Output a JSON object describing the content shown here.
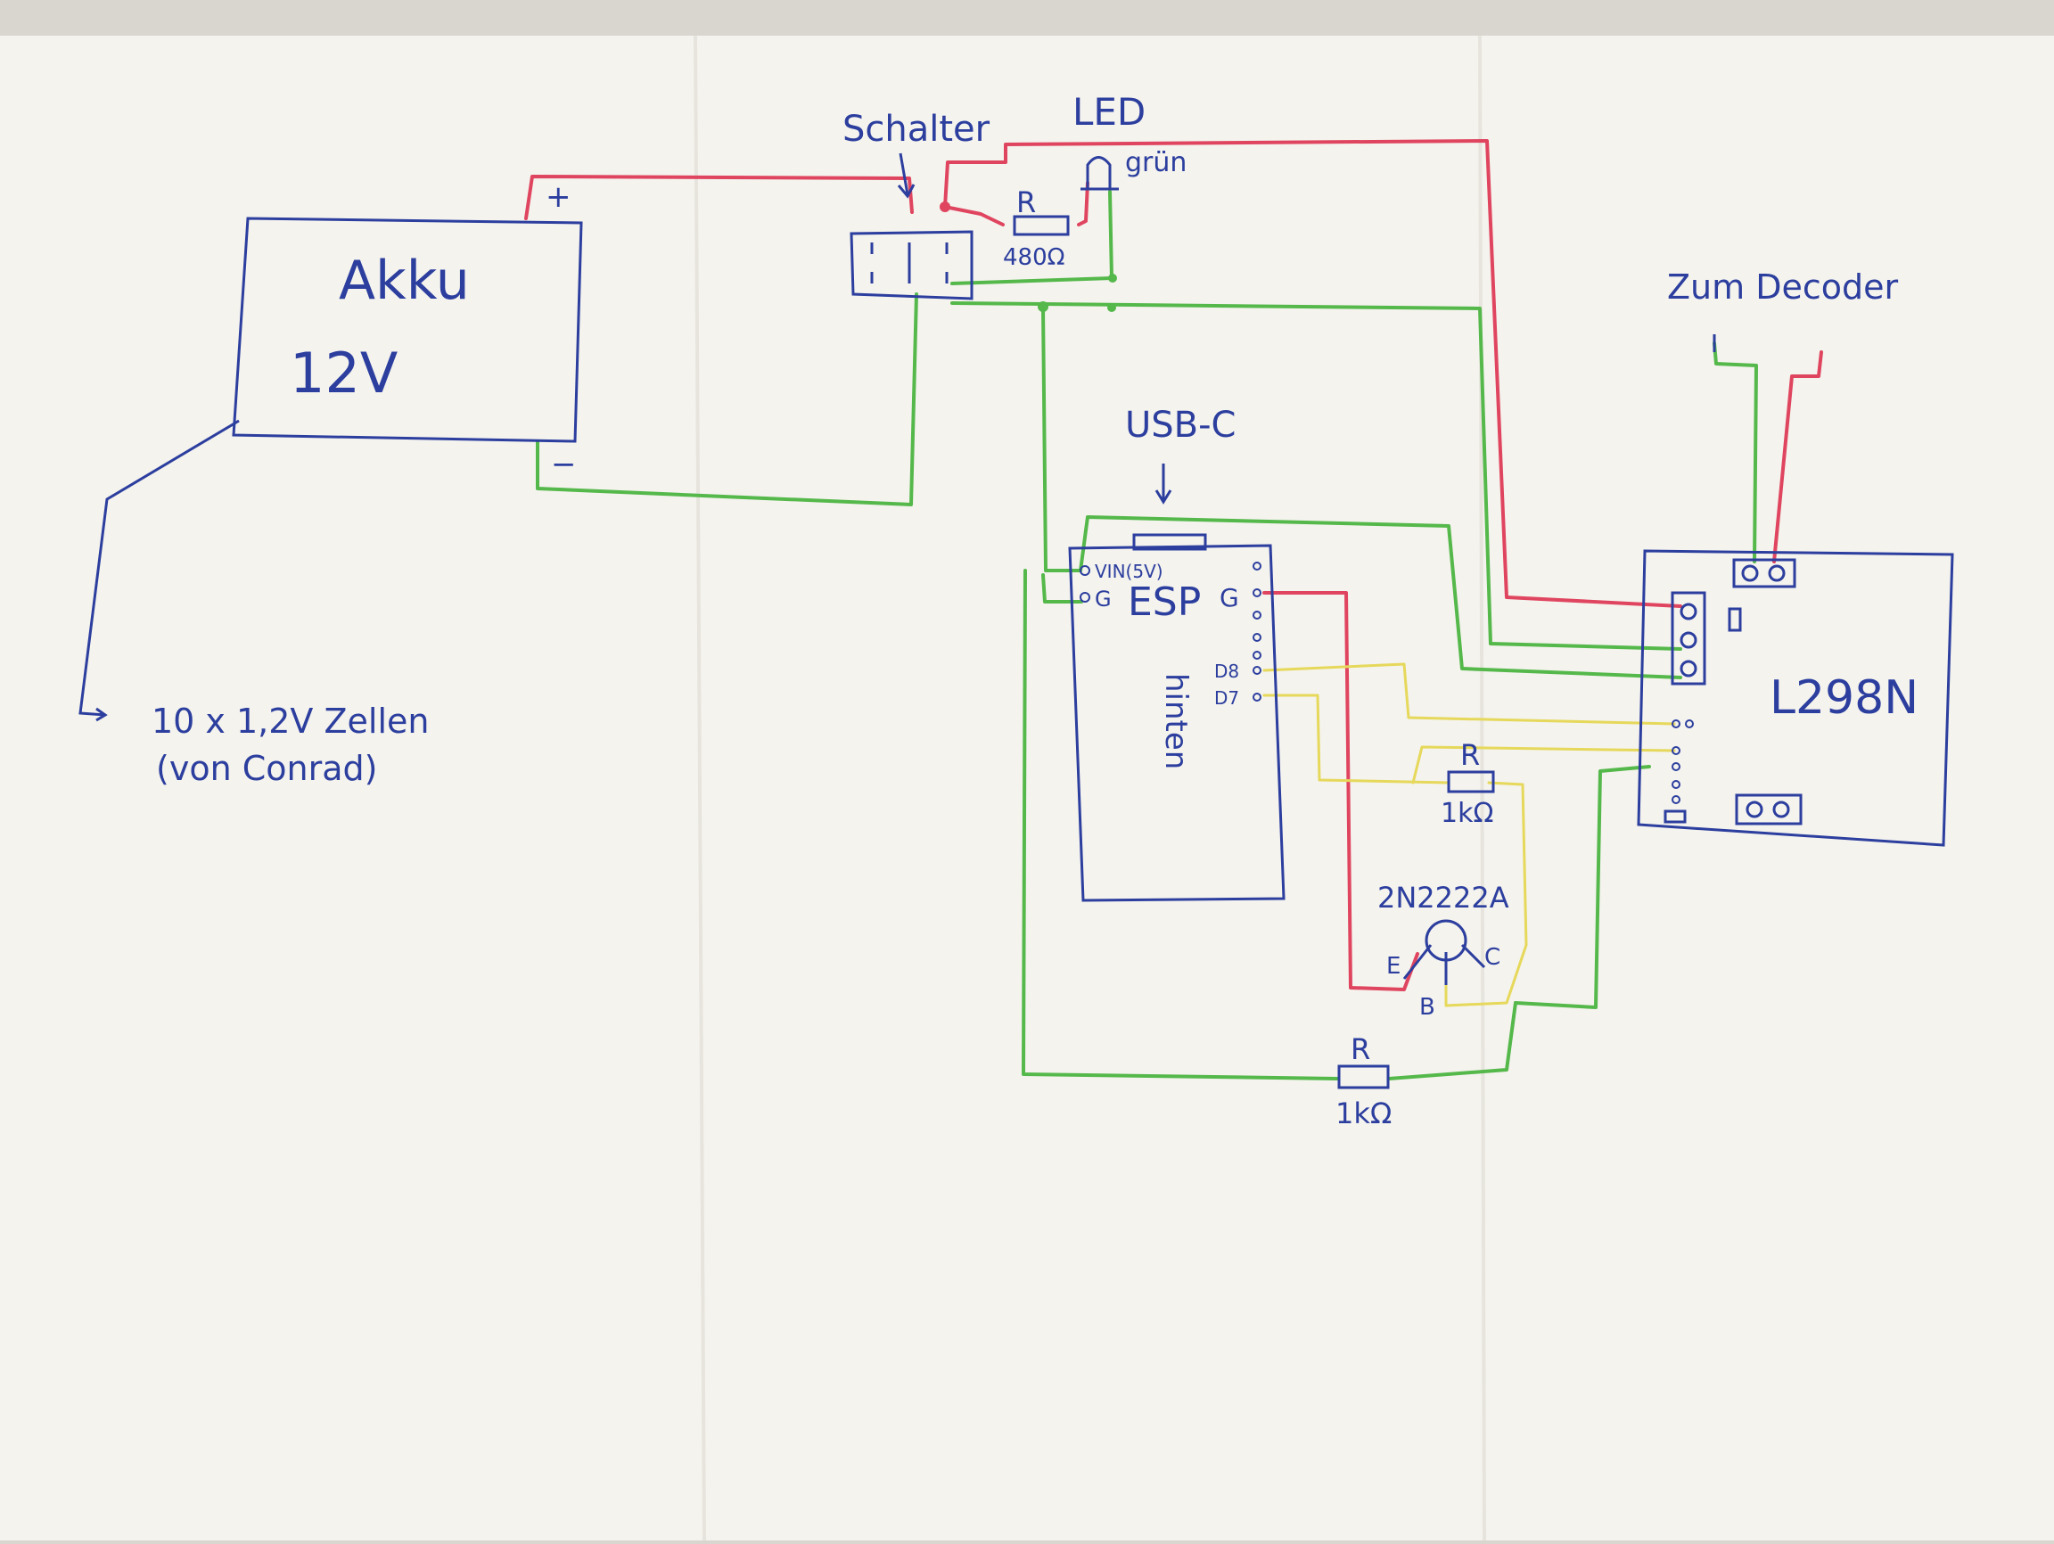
{
  "colors": {
    "paper": "#f4f3ee",
    "ink": "#2c3e9e",
    "wire_positive": "#e0455f",
    "wire_negative": "#55b84a",
    "wire_signal": "#e6d85a"
  },
  "battery": {
    "title": "Akku",
    "voltage": "12V",
    "plus": "+",
    "minus": "−",
    "note_line1": "10 x 1,2V Zellen",
    "note_line2": "(von Conrad)"
  },
  "switch": {
    "label": "Schalter"
  },
  "led": {
    "label": "LED",
    "color_note": "grün"
  },
  "resistor_led": {
    "label": "R",
    "value": "480Ω"
  },
  "esp": {
    "name": "ESP",
    "usb_label": "USB-C",
    "pin_vin": "VIN(5V)",
    "pin_g_left": "G",
    "pin_g_right": "G",
    "pin_d8": "D8",
    "pin_d7": "D7",
    "side_note": "hinten"
  },
  "driver": {
    "name": "L298N",
    "decoder_label": "Zum Decoder"
  },
  "resistor_mid": {
    "label": "R",
    "value": "1kΩ"
  },
  "resistor_bottom": {
    "label": "R",
    "value": "1kΩ"
  },
  "transistor": {
    "model": "2N2222A",
    "pin_e": "E",
    "pin_b": "B",
    "pin_c": "C"
  }
}
